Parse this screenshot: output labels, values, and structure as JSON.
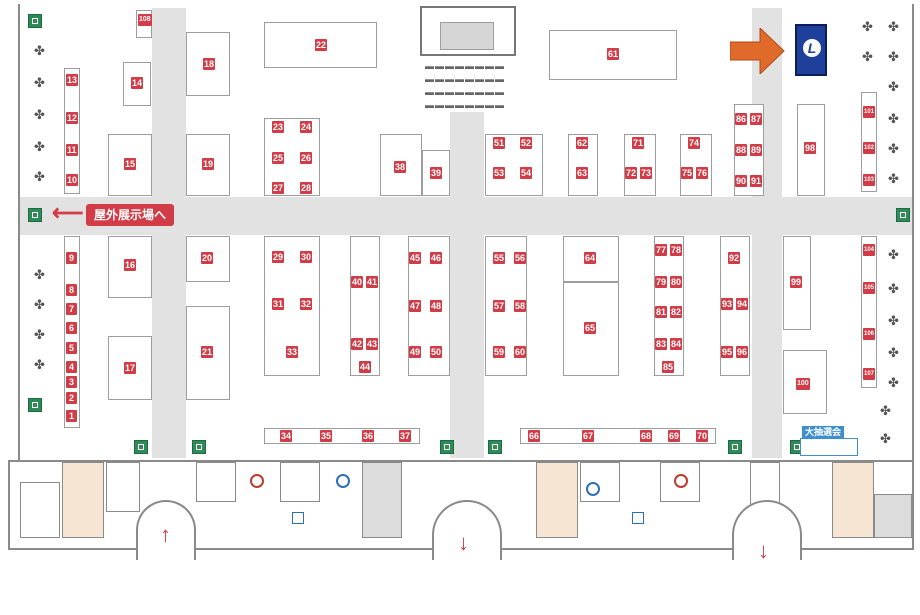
{
  "map": {
    "banner_text": "屋外展示場へ",
    "lottery_label": "大抽選会",
    "booths_top": [
      "108",
      "22",
      "61",
      "18",
      "14",
      "13",
      "12",
      "11",
      "10",
      "15",
      "19",
      "23",
      "24",
      "25",
      "26",
      "27",
      "28",
      "38",
      "39",
      "51",
      "52",
      "53",
      "54",
      "62",
      "63",
      "71",
      "72",
      "73",
      "74",
      "75",
      "76",
      "86",
      "87",
      "88",
      "89",
      "90",
      "91",
      "98"
    ],
    "booths_bottom": [
      "9",
      "8",
      "7",
      "6",
      "5",
      "4",
      "3",
      "2",
      "1",
      "16",
      "17",
      "20",
      "21",
      "29",
      "30",
      "31",
      "32",
      "33",
      "40",
      "41",
      "42",
      "43",
      "44",
      "45",
      "46",
      "47",
      "48",
      "49",
      "50",
      "55",
      "56",
      "57",
      "58",
      "59",
      "60",
      "64",
      "65",
      "77",
      "78",
      "79",
      "80",
      "81",
      "82",
      "83",
      "84",
      "85",
      "92",
      "93",
      "94",
      "95",
      "96",
      "99",
      "100"
    ],
    "booths_row": [
      "34",
      "35",
      "36",
      "37",
      "66",
      "67",
      "68",
      "69",
      "70"
    ],
    "booths_right": [
      "101",
      "102",
      "103",
      "104",
      "105",
      "106",
      "107"
    ],
    "colors": {
      "booth_label": "#d23c46",
      "aisle": "#e2e2e2",
      "exit": "#2e8b57",
      "arrow": "#e06a2a",
      "logo": "#1e3f9a",
      "lottery": "#3e8ed0"
    },
    "icons": [
      "exit-sign-icon",
      "table-seat-icon",
      "arrow-left-icon",
      "arrow-right-icon",
      "arrow-down-icon",
      "arrow-up-icon",
      "restroom-icon",
      "elevator-icon"
    ]
  }
}
